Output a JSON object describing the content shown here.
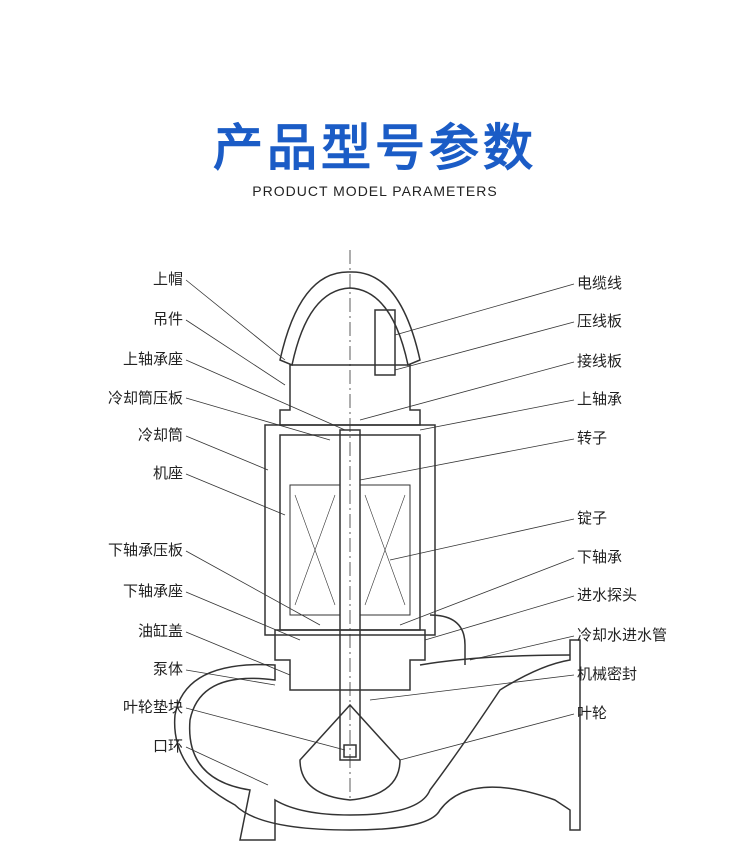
{
  "header": {
    "title": "产品型号参数",
    "subtitle": "PRODUCT MODEL PARAMETERS"
  },
  "labels_left": [
    "上帽",
    "吊件",
    "上轴承座",
    "冷却筒压板",
    "冷却筒",
    "机座",
    "下轴承压板",
    "下轴承座",
    "油缸盖",
    "泵体",
    "叶轮垫块",
    "口环"
  ],
  "labels_right": [
    "电缆线",
    "压线板",
    "接线板",
    "上轴承",
    "转子",
    "锭子",
    "下轴承",
    "进水探头",
    "冷却水进水管",
    "机械密封",
    "叶轮"
  ],
  "colors": {
    "title": "#1b5cc6",
    "line": "#333333"
  }
}
